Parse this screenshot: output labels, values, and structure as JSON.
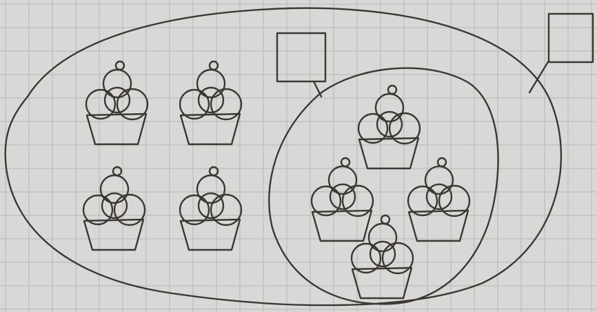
{
  "diagram": {
    "kind": "nested-set-drawing",
    "outer_set": {
      "cupcake_count": 4,
      "label_box": ""
    },
    "inner_set": {
      "cupcake_count": 4,
      "label_box": ""
    },
    "paper": "graph-paper",
    "ink_color": "#3b3733",
    "paper_color": "#d9d8d6",
    "grid_color": "#b7b6b4"
  }
}
